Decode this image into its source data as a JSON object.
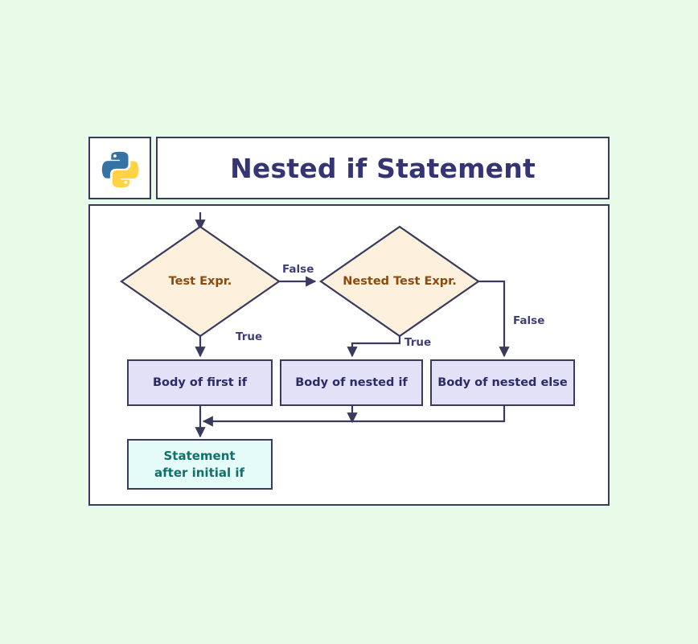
{
  "page": {
    "background_color": "#e8fbe9",
    "panel_background": "#ffffff",
    "border_color": "#3a3a5c"
  },
  "header": {
    "logo_icon": "python-logo-icon",
    "title": "Nested if Statement",
    "title_color": "#353573"
  },
  "chart_data": {
    "type": "diagram",
    "diagram_kind": "flowchart",
    "title": "Nested if Statement",
    "nodes": [
      {
        "id": "entry",
        "shape": "arrow",
        "label": ""
      },
      {
        "id": "test_expr",
        "shape": "diamond",
        "label": "Test Expr.",
        "fill": "#fdf0dc",
        "text_color": "#8a4b13"
      },
      {
        "id": "nested_test_expr",
        "shape": "diamond",
        "label": "Nested Test Expr.",
        "fill": "#fdf0dc",
        "text_color": "#8a4b13"
      },
      {
        "id": "body_first_if",
        "shape": "rect",
        "label": "Body of first if",
        "fill": "#e3e1f7",
        "text_color": "#2b2b66"
      },
      {
        "id": "body_nested_if",
        "shape": "rect",
        "label": "Body of nested if",
        "fill": "#e3e1f7",
        "text_color": "#2b2b66"
      },
      {
        "id": "body_nested_else",
        "shape": "rect",
        "label": "Body of nested else",
        "fill": "#e3e1f7",
        "text_color": "#2b2b66"
      },
      {
        "id": "statement_after",
        "shape": "rect",
        "label_line1": "Statement",
        "label_line2": "after initial if",
        "fill": "#e4fbf8",
        "text_color": "#10706b"
      }
    ],
    "edges": [
      {
        "from": "entry",
        "to": "test_expr",
        "label": ""
      },
      {
        "from": "test_expr",
        "to": "nested_test_expr",
        "label": "False"
      },
      {
        "from": "test_expr",
        "to": "body_first_if",
        "label": "True"
      },
      {
        "from": "nested_test_expr",
        "to": "body_nested_if",
        "label": "True"
      },
      {
        "from": "nested_test_expr",
        "to": "body_nested_else",
        "label": "False"
      },
      {
        "from": "body_first_if",
        "to": "statement_after",
        "label": ""
      },
      {
        "from": "body_nested_if",
        "to": "statement_after",
        "label": ""
      },
      {
        "from": "body_nested_else",
        "to": "statement_after",
        "label": ""
      }
    ],
    "edge_label_color": "#3f3f77",
    "edge_color": "#3a3a5c"
  },
  "labels": {
    "false_1": "False",
    "true_1": "True",
    "true_2": "True",
    "false_2": "False"
  },
  "nodes": {
    "test_expr": "Test Expr.",
    "nested_test_expr": "Nested Test Expr.",
    "body_first_if": "Body of first if",
    "body_nested_if": "Body of nested if",
    "body_nested_else": "Body of nested else",
    "statement_line1": "Statement",
    "statement_line2": "after initial if"
  }
}
